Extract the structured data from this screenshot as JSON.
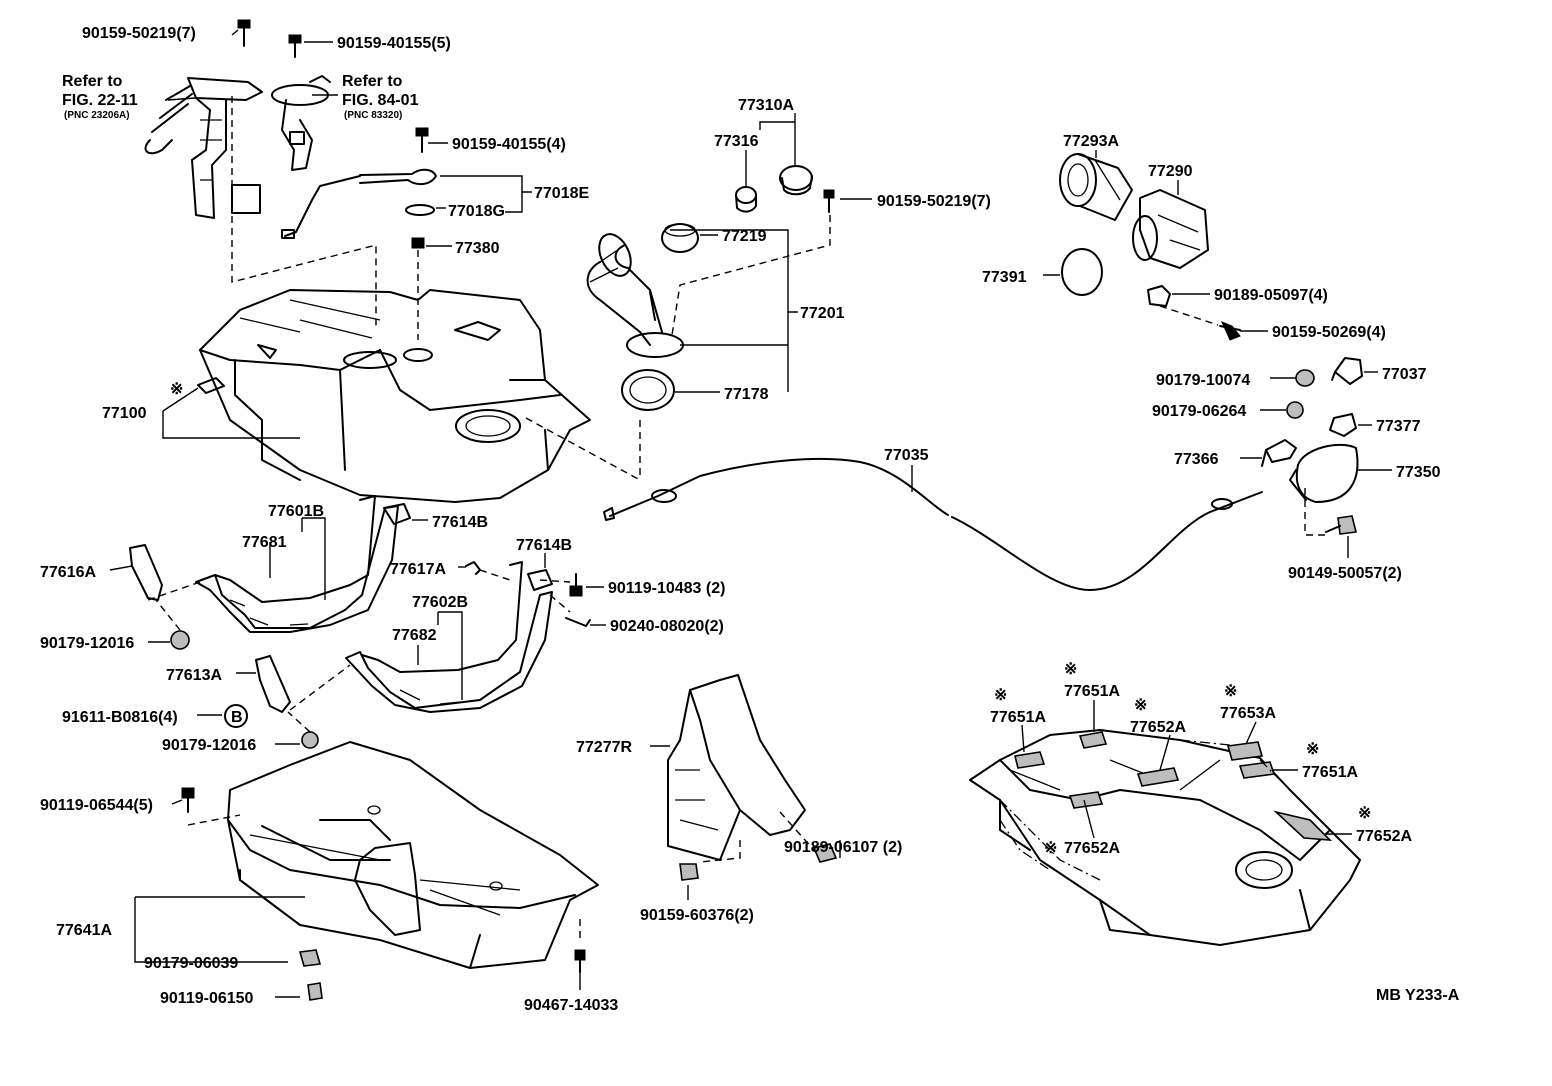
{
  "labels": {
    "l_90159_50219_7_a": "90159-50219(7)",
    "l_90159_40155_5": "90159-40155(5)",
    "l_refer_to_1": "Refer to",
    "l_fig_22_11": "FIG. 22-11",
    "l_pnc_23206a": "(PNC 23206A)",
    "l_refer_to_2": "Refer to",
    "l_fig_84_01": "FIG. 84-01",
    "l_pnc_83320": "(PNC 83320)",
    "l_90159_40155_4": "90159-40155(4)",
    "l_77018e": "77018E",
    "l_77018g": "77018G",
    "l_77380": "77380",
    "l_77310a": "77310A",
    "l_77316": "77316",
    "l_90159_50219_7_b": "90159-50219(7)",
    "l_77219": "77219",
    "l_77201": "77201",
    "l_77178": "77178",
    "l_77293a": "77293A",
    "l_77290": "77290",
    "l_77391": "77391",
    "l_90189_05097_4": "90189-05097(4)",
    "l_90159_50269_4": "90159-50269(4)",
    "l_90179_10074": "90179-10074",
    "l_77037": "77037",
    "l_90179_06264": "90179-06264",
    "l_77377": "77377",
    "l_77366": "77366",
    "l_77350": "77350",
    "l_77035": "77035",
    "l_90149_50057_2": "90149-50057(2)",
    "l_77100": "77100",
    "l_77601b": "77601B",
    "l_77681": "77681",
    "l_77614b_a": "77614B",
    "l_77616a": "77616A",
    "l_77617a": "77617A",
    "l_77614b_b": "77614B",
    "l_90119_10483_2": "90119-10483 (2)",
    "l_90240_08020_2": "90240-08020(2)",
    "l_77602b": "77602B",
    "l_77682": "77682",
    "l_90179_12016_a": "90179-12016",
    "l_77613a": "77613A",
    "l_91611_b0816_4": "91611-B0816(4)",
    "l_b_marker": "B",
    "l_90179_12016_b": "90179-12016",
    "l_90119_06544_5": "90119-06544(5)",
    "l_77641a": "77641A",
    "l_90179_06039": "90179-06039",
    "l_90119_06150": "90119-06150",
    "l_90467_14033": "90467-14033",
    "l_77277r": "77277R",
    "l_90189_06107_2": "90189-06107 (2)",
    "l_90159_60376_2": "90159-60376(2)",
    "l_77651a_1": "77651A",
    "l_77651a_2": "77651A",
    "l_77652a_1": "77652A",
    "l_77653a": "77653A",
    "l_77651a_3": "77651A",
    "l_77652a_2": "77652A",
    "l_77652a_3": "77652A",
    "l_mb_y233_a": "MB Y233-A",
    "asterisk": "※"
  }
}
